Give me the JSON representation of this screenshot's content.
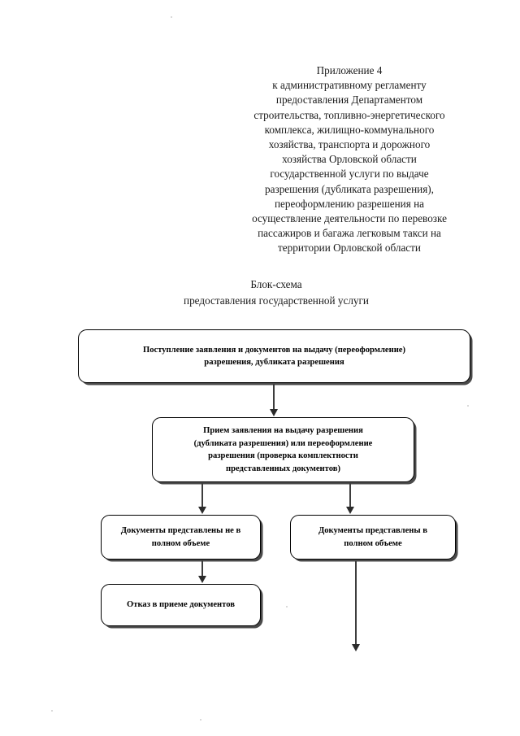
{
  "document": {
    "header": {
      "lines": [
        "Приложение 4",
        "к административному регламенту",
        "предоставления Департаментом",
        "строительства, топливно-энергетического",
        "комплекса, жилищно-коммунального",
        "хозяйства, транспорта и дорожного",
        "хозяйства Орловской области",
        "государственной услуги по выдаче",
        "разрешения (дубликата разрешения),",
        "переоформлению разрешения на",
        "осуществление деятельности по перевозке",
        "пассажиров и багажа легковым такси на",
        "территории Орловской области"
      ]
    },
    "subtitle": {
      "lines": [
        "Блок-схема",
        "предоставления государственной услуги"
      ]
    }
  },
  "flowchart": {
    "boxes": {
      "intake": {
        "lines": [
          "Поступление заявления и документов на выдачу (переоформление)",
          "разрешения, дубликата разрешения"
        ]
      },
      "review": {
        "lines": [
          "Прием заявления на выдачу разрешения",
          "(дубликата разрешения) или переоформление",
          "разрешения (проверка комплектности",
          "представленных документов)"
        ]
      },
      "incomplete": {
        "lines": [
          "Документы представлены не в",
          "полном объеме"
        ]
      },
      "complete": {
        "lines": [
          "Документы представлены в",
          "полном объеме"
        ]
      },
      "refusal": {
        "lines": [
          "Отказ в приеме документов"
        ]
      }
    },
    "colors": {
      "box_border": "#000000",
      "box_fill": "#ffffff",
      "box_shadow": "#4a4a4a",
      "arrow": "#2b2b2b",
      "text": "#000000"
    }
  }
}
